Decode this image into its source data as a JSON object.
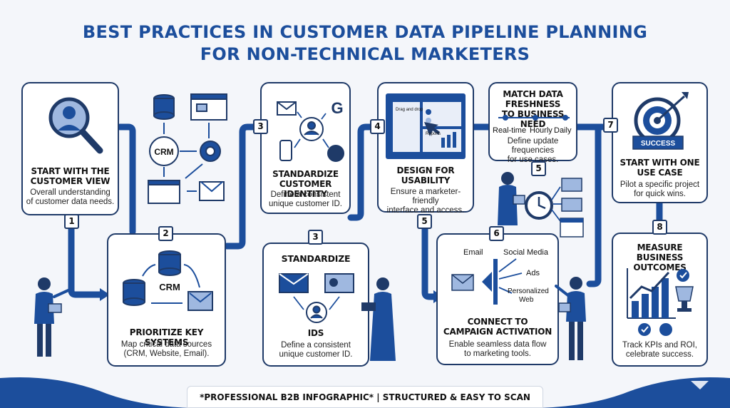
{
  "title_line1": "BEST PRACTICES IN CUSTOMER DATA PIPELINE PLANNING",
  "title_line2": "FOR NON-TECHNICAL MARKETERS",
  "steps": [
    {
      "num": "1",
      "title1": "START WITH THE",
      "title2": "CUSTOMER VIEW",
      "desc1": "Overall understanding",
      "desc2": "of customer data needs."
    },
    {
      "num": "2",
      "title1": "PRIORITIZE KEY SYSTEMS",
      "desc1": "Map critical data sources",
      "desc2": "(CRM, Website, Email).",
      "crm_label": "CRM",
      "crm_label_top": "CRM"
    },
    {
      "num": "3",
      "title1": "STANDARDIZE",
      "title2": "CUSTOMER IDENTITY",
      "desc1": "Define a consistent",
      "desc2": "unique customer ID."
    },
    {
      "num": "3",
      "title1": "STANDARDIZE",
      "title_ids": "IDS",
      "desc1": "Define a consistent",
      "desc2": "unique customer ID."
    },
    {
      "num": "4",
      "title1": "DESIGN FOR",
      "title2": "USABILITY",
      "desc1": "Ensure a marketer-friendly",
      "desc2": "interface and access.",
      "screen_label1": "Drag and drop",
      "screen_label2": "Reports"
    },
    {
      "num": "5",
      "title1": "MATCH DATA FRESHNESS",
      "title2": "TO BUSINESS NEED",
      "freq": [
        "Real-time",
        "Hourly",
        "Daily"
      ],
      "desc1": "Define update frequencies",
      "desc2": "for use cases."
    },
    {
      "num": "5",
      "num_alt": "5"
    },
    {
      "num": "6",
      "title1": "CONNECT TO",
      "title2": "CAMPAIGN ACTIVATION",
      "desc1": "Enable seamless data flow",
      "desc2": "to marketing tools.",
      "channels": [
        "Email",
        "Social Media",
        "Ads",
        "Personalized",
        "Web"
      ]
    },
    {
      "num": "7",
      "title1": "START WITH ONE",
      "title2": "USE CASE",
      "desc1": "Pilot a specific project",
      "desc2": "for quick wins.",
      "badge": "SUCCESS"
    },
    {
      "num": "8",
      "title1": "MEASURE BUSINESS",
      "title2": "OUTCOMES",
      "desc1": "Track KPIs and ROI,",
      "desc2": "celebrate success."
    }
  ],
  "footer": "*PROFESSIONAL B2B INFOGRAPHIC* | STRUCTURED & EASY TO SCAN",
  "colors": {
    "primary": "#1c4e9c",
    "dark": "#1f3a68",
    "light": "#9fb8e0",
    "bg": "#f4f6fa"
  }
}
